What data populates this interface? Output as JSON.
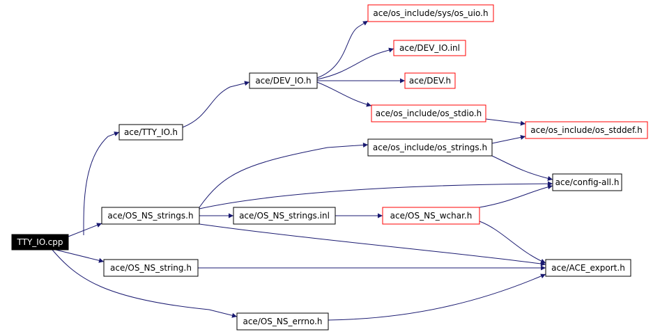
{
  "colors": {
    "edge": "#191970",
    "normal_border": "#000000",
    "missing_border": "#ff0000",
    "root_fill": "#000000",
    "root_text": "#ffffff",
    "text": "#000000",
    "fill": "#ffffff"
  },
  "nodes": [
    {
      "id": "tty_io_cpp",
      "label": "TTY_IO.cpp",
      "kind": "root"
    },
    {
      "id": "tty_io_h",
      "label": "ace/TTY_IO.h",
      "kind": "normal"
    },
    {
      "id": "dev_io_h",
      "label": "ace/DEV_IO.h",
      "kind": "normal"
    },
    {
      "id": "os_uio_h",
      "label": "ace/os_include/sys/os_uio.h",
      "kind": "missing"
    },
    {
      "id": "dev_io_inl",
      "label": "ace/DEV_IO.inl",
      "kind": "missing"
    },
    {
      "id": "dev_h",
      "label": "ace/DEV.h",
      "kind": "missing"
    },
    {
      "id": "os_stdio_h",
      "label": "ace/os_include/os_stdio.h",
      "kind": "missing"
    },
    {
      "id": "os_stddef_h",
      "label": "ace/os_include/os_stddef.h",
      "kind": "missing"
    },
    {
      "id": "os_strings_h",
      "label": "ace/os_include/os_strings.h",
      "kind": "normal"
    },
    {
      "id": "config_all_h",
      "label": "ace/config-all.h",
      "kind": "normal"
    },
    {
      "id": "os_ns_strings_h",
      "label": "ace/OS_NS_strings.h",
      "kind": "normal"
    },
    {
      "id": "os_ns_strings_inl",
      "label": "ace/OS_NS_strings.inl",
      "kind": "normal"
    },
    {
      "id": "os_ns_wchar_h",
      "label": "ace/OS_NS_wchar.h",
      "kind": "missing"
    },
    {
      "id": "ace_export_h",
      "label": "ace/ACE_export.h",
      "kind": "normal"
    },
    {
      "id": "os_ns_string_h",
      "label": "ace/OS_NS_string.h",
      "kind": "normal"
    },
    {
      "id": "os_ns_errno_h",
      "label": "ace/OS_NS_errno.h",
      "kind": "normal"
    }
  ],
  "edges": [
    {
      "from": "tty_io_cpp",
      "to": "tty_io_h"
    },
    {
      "from": "tty_io_cpp",
      "to": "os_ns_strings_h"
    },
    {
      "from": "tty_io_cpp",
      "to": "os_ns_string_h"
    },
    {
      "from": "tty_io_cpp",
      "to": "os_ns_errno_h"
    },
    {
      "from": "tty_io_h",
      "to": "dev_io_h"
    },
    {
      "from": "dev_io_h",
      "to": "os_uio_h"
    },
    {
      "from": "dev_io_h",
      "to": "dev_io_inl"
    },
    {
      "from": "dev_io_h",
      "to": "dev_h"
    },
    {
      "from": "dev_io_h",
      "to": "os_stdio_h"
    },
    {
      "from": "os_stdio_h",
      "to": "os_stddef_h"
    },
    {
      "from": "os_strings_h",
      "to": "os_stddef_h"
    },
    {
      "from": "os_strings_h",
      "to": "config_all_h"
    },
    {
      "from": "os_ns_strings_h",
      "to": "os_strings_h"
    },
    {
      "from": "os_ns_strings_h",
      "to": "config_all_h"
    },
    {
      "from": "os_ns_strings_h",
      "to": "os_ns_strings_inl"
    },
    {
      "from": "os_ns_strings_h",
      "to": "ace_export_h"
    },
    {
      "from": "os_ns_strings_inl",
      "to": "os_ns_wchar_h"
    },
    {
      "from": "os_ns_wchar_h",
      "to": "config_all_h"
    },
    {
      "from": "os_ns_wchar_h",
      "to": "ace_export_h"
    },
    {
      "from": "os_ns_string_h",
      "to": "ace_export_h"
    },
    {
      "from": "os_ns_errno_h",
      "to": "ace_export_h"
    }
  ]
}
